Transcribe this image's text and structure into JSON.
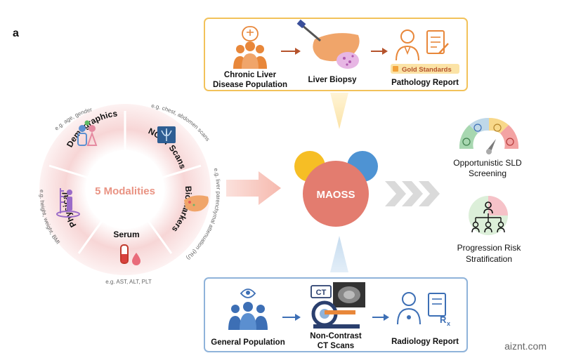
{
  "panel_label": "a",
  "modalities": {
    "center": "5 Modalities",
    "segments": [
      {
        "label": "Demographics",
        "example": "e.g. age, gender"
      },
      {
        "label": "NCCT Scans",
        "example": "e.g. chest, abdomen scans"
      },
      {
        "label": "Biomarkers",
        "example": "e.g. liver parenchymal attenuation (HU)"
      },
      {
        "label": "Serum",
        "example": "e.g. AST, ALT, PLT"
      },
      {
        "label": "Physical",
        "example": "e.g. height, weight, BMI"
      }
    ]
  },
  "top_box": {
    "steps": [
      {
        "label_line1": "Chronic Liver",
        "label_line2": "Disease Population"
      },
      {
        "label": "Liver Biopsy"
      },
      {
        "label": "Pathology Report",
        "badge": "Gold Standards"
      }
    ]
  },
  "bottom_box": {
    "steps": [
      {
        "label": "General Population"
      },
      {
        "label_line1": "Non-Contrast",
        "label_line2": "CT Scans",
        "icon_text": "CT"
      },
      {
        "label": "Radiology Report"
      }
    ]
  },
  "center_model": {
    "label": "MAOSS"
  },
  "outputs": [
    {
      "label_line1": "Opportunistic SLD",
      "label_line2": "Screening"
    },
    {
      "label_line1": "Progression Risk",
      "label_line2": "Stratification"
    }
  ],
  "watermark": "aiznt.com",
  "colors": {
    "orange": "#E8873A",
    "blue": "#3D6FB5",
    "gold_border": "#F2C25A",
    "blue_border": "#8FB3DA",
    "maoss": "#E37C6F",
    "yellow": "#F6BE25",
    "sky": "#4E93D3"
  }
}
